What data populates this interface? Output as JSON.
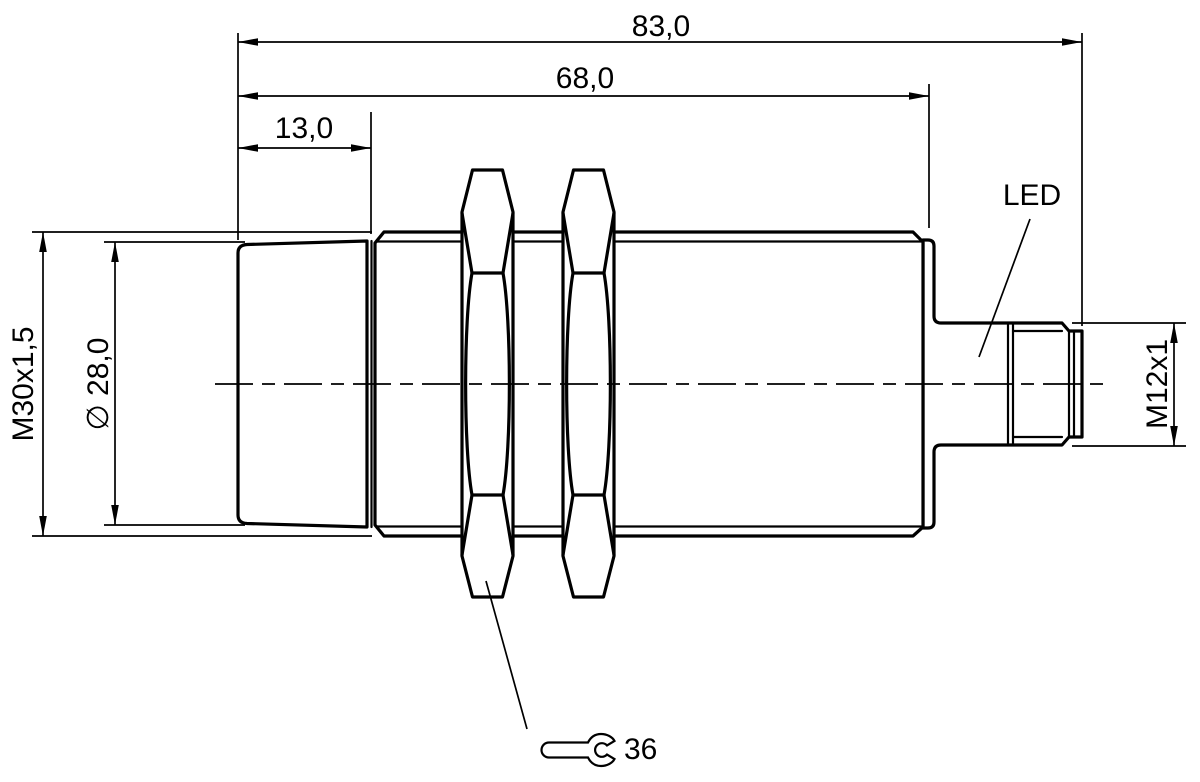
{
  "drawing": {
    "dimensions": {
      "overall_length": "83,0",
      "housing_length": "68,0",
      "head_length": "13,0",
      "body_thread": "M30x1,5",
      "head_diameter": "∅ 28,0",
      "connector_thread": "M12x1",
      "wrench_size": "36"
    },
    "labels": {
      "led": "LED"
    },
    "colors": {
      "line": "#000000",
      "background": "#ffffff"
    }
  }
}
